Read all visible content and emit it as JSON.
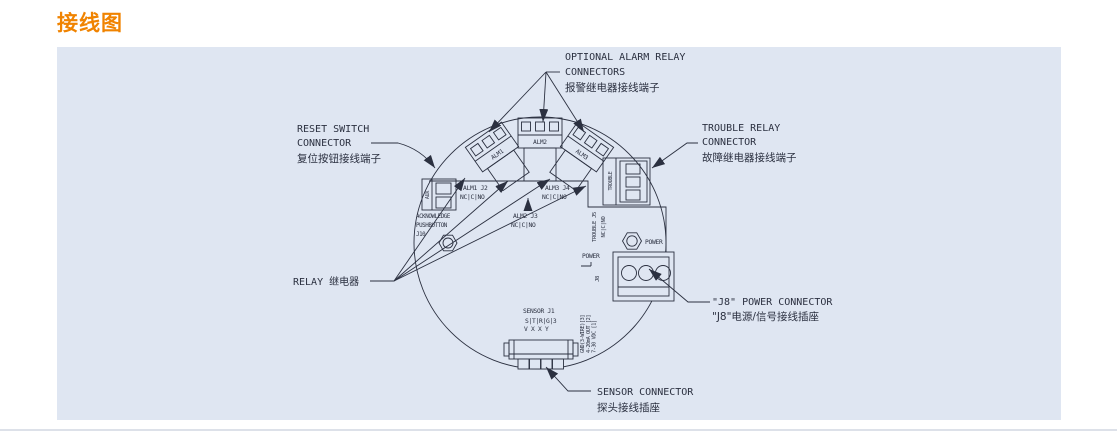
{
  "title": "接线图",
  "colors": {
    "accent": "#f08300",
    "panel_bg": "#dfe6f2",
    "line": "#2b3040"
  },
  "callouts": {
    "alarm_relay": {
      "en1": "OPTIONAL ALARM RELAY",
      "en2": "CONNECTORS",
      "zh": "报警继电器接线端子"
    },
    "reset_switch": {
      "en1": "RESET SWITCH",
      "en2": "CONNECTOR",
      "zh": "复位按钮接线端子"
    },
    "trouble_relay": {
      "en1": "TROUBLE RELAY",
      "en2": "CONNECTOR",
      "zh": "故障继电器接线端子"
    },
    "relay": {
      "label": "RELAY 继电器"
    },
    "j8_power": {
      "en": "\"J8\" POWER CONNECTOR",
      "zh": "\"J8\"电源/信号接线插座"
    },
    "sensor": {
      "en": "SENSOR CONNECTOR",
      "zh": "探头接线插座"
    }
  },
  "board": {
    "alm1": "ALM1",
    "alm2": "ALM2",
    "alm3": "ALM3",
    "trouble": "TROUBLE",
    "aux": "AUX",
    "alm1_j2": "ALM1 J2",
    "alm2_j3": "ALM2 J3",
    "alm3_j4": "ALM3 J4",
    "contacts": "NC|C|NO",
    "ack1": "ACKNOWLEDGE",
    "ack2": "PUSHBUTTON",
    "ack3": "J10",
    "trouble_j5": "TROUBLE J5",
    "power_nut": "POWER",
    "power_j8_title": "POWER",
    "j8": "J8",
    "j8_pin3": "GND(3-WIRE)[3]",
    "j8_pin2": "4-20mA OUT [2]",
    "j8_pin1": "7-30 VDC [1]",
    "sensor_j1": "SENSOR J1",
    "sensor_pins": "S|T|R|G|3",
    "sensor_pins2": "V X X  Y"
  }
}
